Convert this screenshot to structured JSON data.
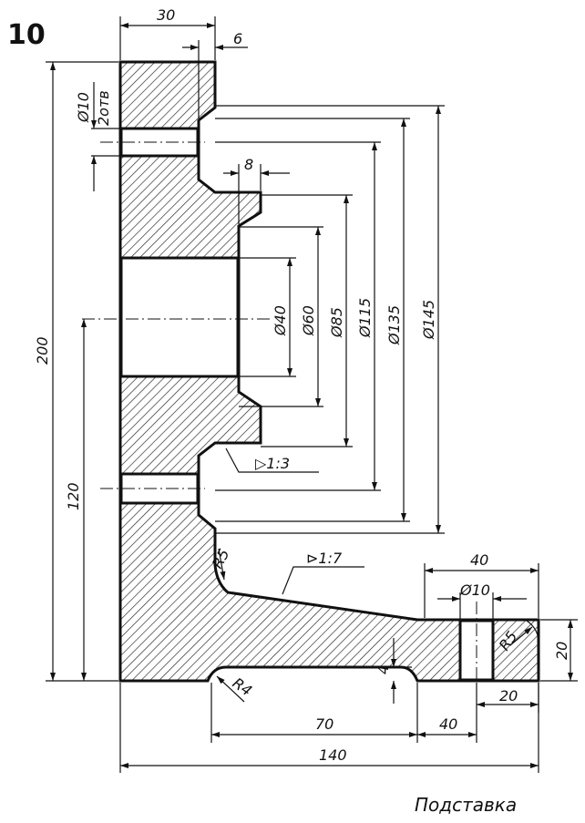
{
  "figure": {
    "number": "10",
    "caption": "Подставка"
  },
  "dimensions": {
    "top_width": "30",
    "step": "6",
    "hole": "Ø10",
    "hole_count": "2отв",
    "boss": "8",
    "d40": "Ø40",
    "d60": "Ø60",
    "d85": "Ø85",
    "d115": "Ø115",
    "d135": "Ø135",
    "d145": "Ø145",
    "height_total": "200",
    "height_axis": "120",
    "taper": "▷1:3",
    "slope": "⊳1:7",
    "r5_a": "R5",
    "r5_b": "R5",
    "r4": "R4",
    "foot_width": "40",
    "foot_hole": "Ø10",
    "foot_height": "20",
    "foot_offset": "20",
    "recess": "4",
    "gap70": "70",
    "gap40": "40",
    "total": "140"
  }
}
